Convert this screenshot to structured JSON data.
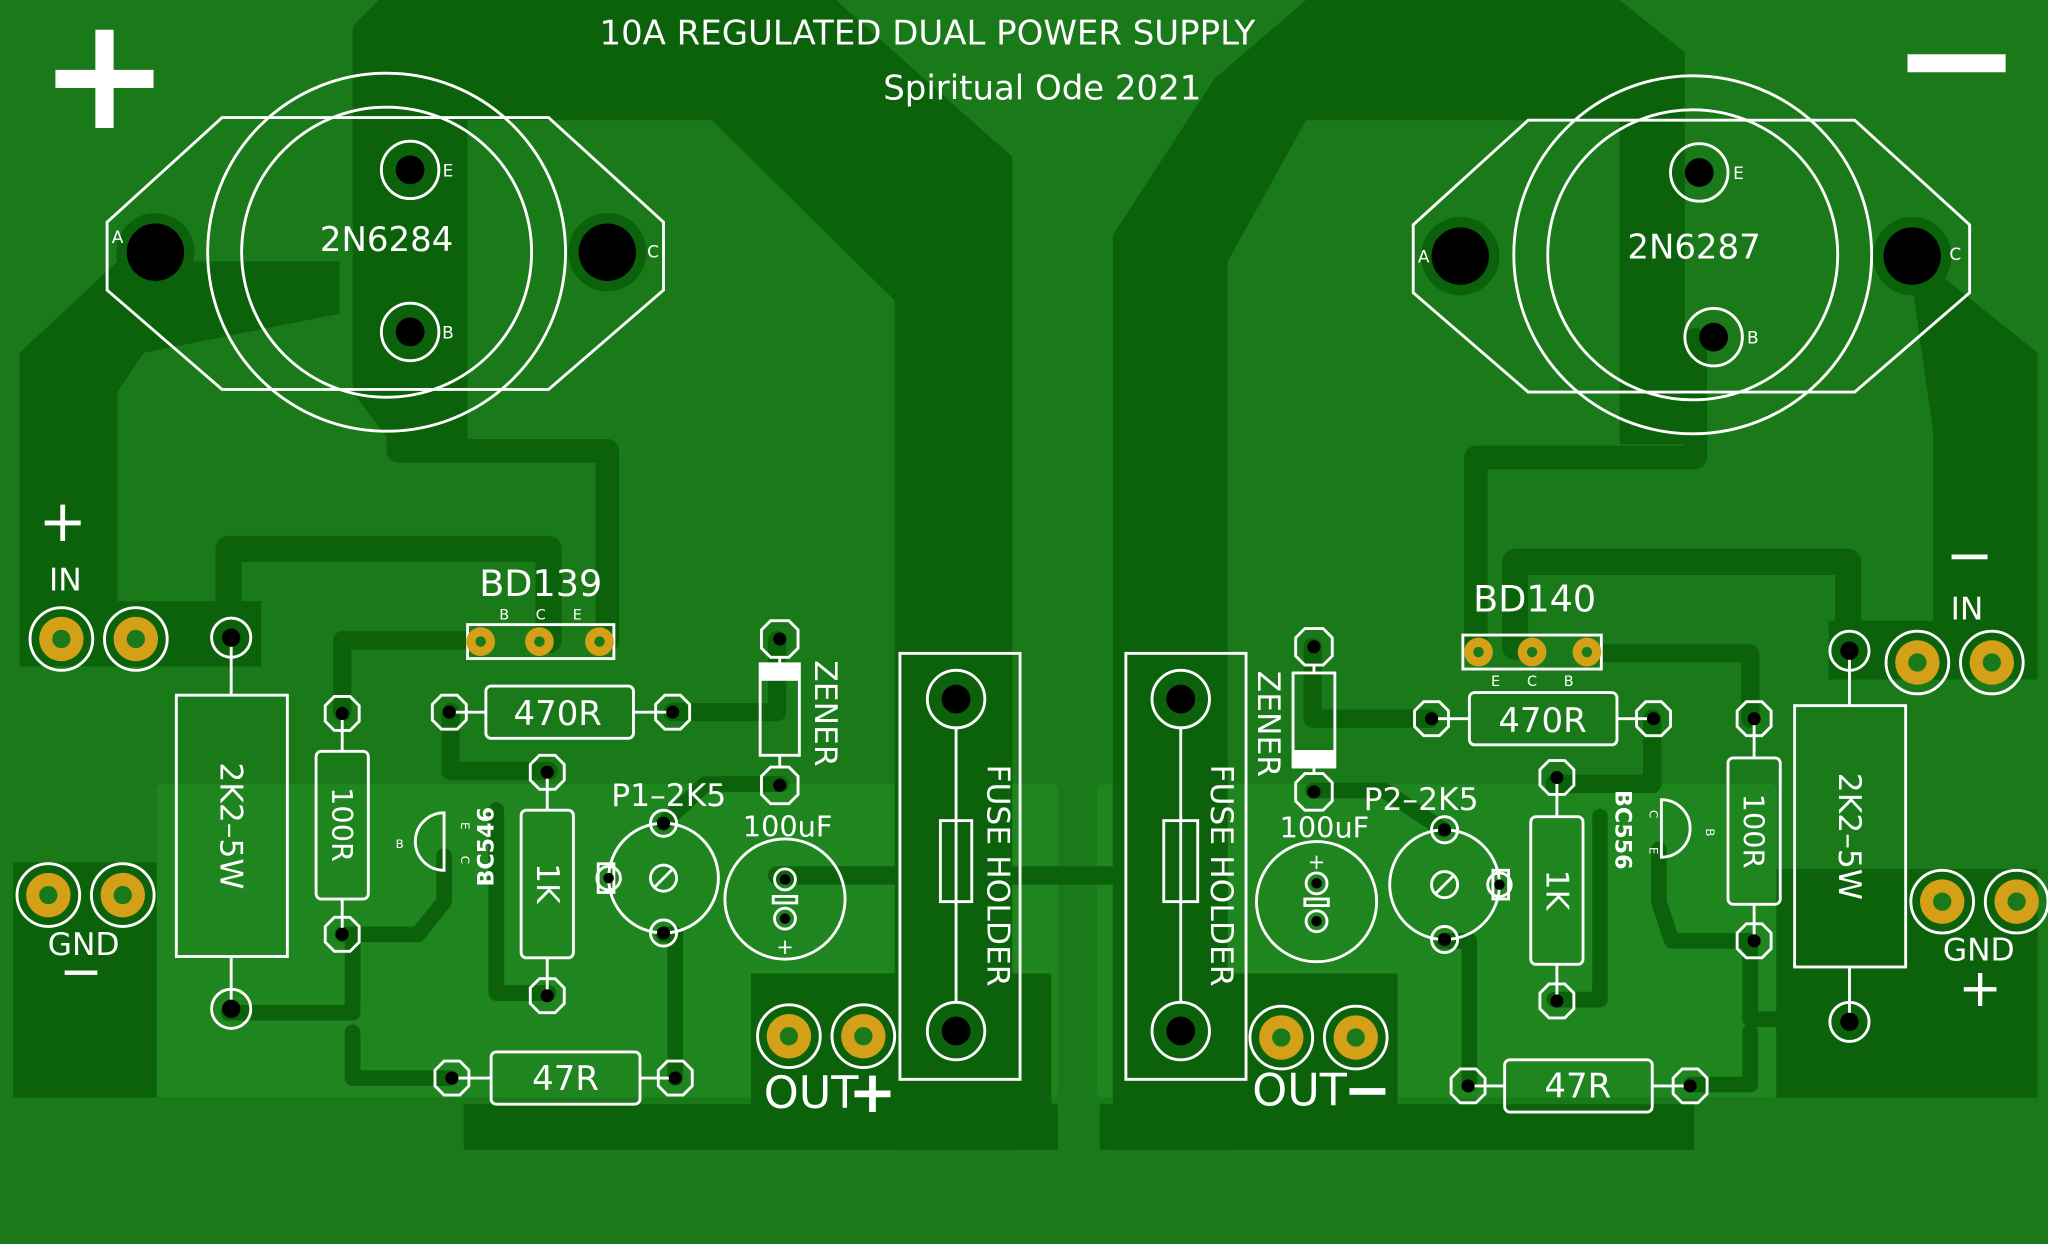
{
  "board": {
    "title": "10A REGULATED DUAL POWER SUPPLY",
    "author": "Spiritual Ode 2021",
    "colors": {
      "board": "#1a7a1a",
      "copper": "#0b620b",
      "silk": "#ffffff",
      "gold_pad": "#d4a017",
      "hole": "#000000"
    }
  },
  "left": {
    "big_plus": "+",
    "transistor": {
      "name": "2N6284",
      "pin_a": "A",
      "pin_b": "B",
      "pin_c": "C",
      "pin_e": "E"
    },
    "in_plus": "+",
    "in_label": "IN",
    "gnd_label": "GND",
    "gnd_sign": "−",
    "driver": {
      "name": "BD139",
      "pin1": "B",
      "pin2": "C",
      "pin3": "E"
    },
    "r_power": "2K2–5W",
    "r_100": "100R",
    "r_470": "470R",
    "r_1k": "1K",
    "r_47": "47R",
    "small_transistor": {
      "name": "BC546",
      "pin_e": "E",
      "pin_c": "C",
      "pin_b": "B"
    },
    "pot": "P1–2K5",
    "zener": "ZENER",
    "cap": {
      "value": "100uF",
      "plus": "+"
    },
    "fuse": "FUSE HOLDER",
    "out_label": "OUT",
    "out_sign": "+"
  },
  "right": {
    "big_minus": "−",
    "transistor": {
      "name": "2N6287",
      "pin_a": "A",
      "pin_b": "B",
      "pin_c": "C",
      "pin_e": "E"
    },
    "in_minus": "−",
    "in_label": "IN",
    "gnd_label": "GND",
    "gnd_sign": "+",
    "driver": {
      "name": "BD140",
      "pin1": "E",
      "pin2": "C",
      "pin3": "B"
    },
    "r_power": "2K2–5W",
    "r_100": "100R",
    "r_470": "470R",
    "r_1k": "1K",
    "r_47": "47R",
    "small_transistor": {
      "name": "BC556",
      "pin_c": "C",
      "pin_e": "E",
      "pin_b": "B"
    },
    "pot": "P2–2K5",
    "zener": "ZENER",
    "cap": {
      "value": "100uF",
      "plus": "+"
    },
    "fuse": "FUSE HOLDER",
    "out_label": "OUT",
    "out_sign": "−"
  }
}
